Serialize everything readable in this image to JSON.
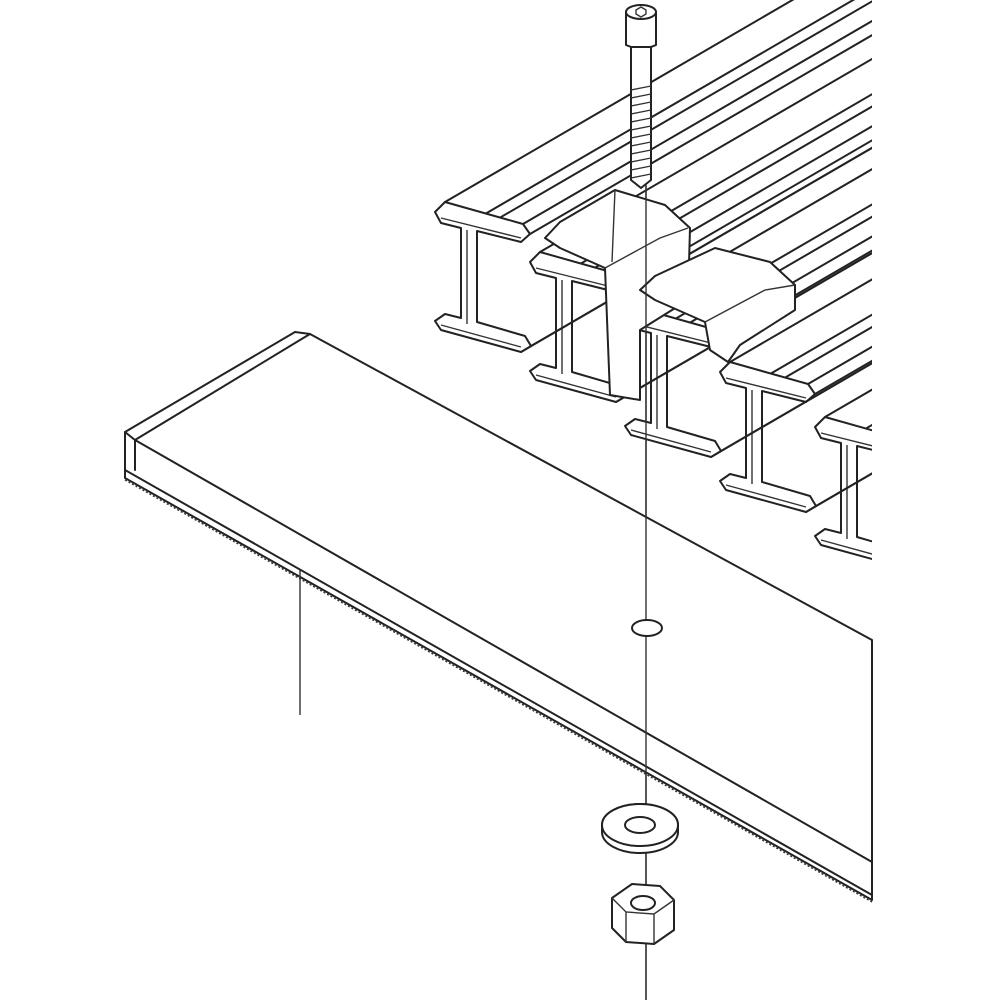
{
  "diagram": {
    "style": "isometric exploded line drawing",
    "colors": {
      "line": "#222222",
      "background": "#ffffff"
    },
    "parts": [
      "socket-head-bolt",
      "rail-profiles",
      "clamp-blocks",
      "base-plate",
      "plate-hole",
      "washer",
      "hex-nut",
      "assembly-axis"
    ]
  }
}
